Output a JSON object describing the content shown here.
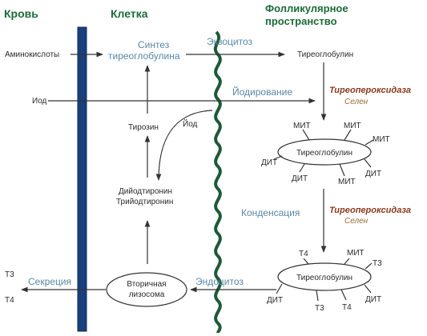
{
  "headers": {
    "blood": "Кровь",
    "cell": "Клетка",
    "follicular_line1": "Фолликулярное",
    "follicular_line2": "пространство"
  },
  "labels": {
    "amino_acids": "Аминокислоты",
    "iodide_in": "Иод",
    "synthesis_line1": "Синтез",
    "synthesis_line2": "тиреоглобулина",
    "exocytosis": "Экзоцитоз",
    "thyroglobulin_top": "Тиреоглобулин",
    "iodination": "Йодирование",
    "tyrosine": "Тирозин",
    "iodine_inner": "Йод",
    "dit_t4_line1": "Дийодтиронин",
    "dit_t4_line2": "Трийодтиронин",
    "condensation": "Конденсация",
    "secretion": "Секреция",
    "secondary_lysosome_line1": "Вторичная",
    "secondary_lysosome_line2": "лизосома",
    "endocytosis": "Эндоцитоз",
    "t3_out": "Т3",
    "t4_out": "Т4"
  },
  "enzyme_1": {
    "name": "Тиреопероксидаза",
    "cofactor": "Селен"
  },
  "enzyme_2": {
    "name": "Тиреопероксидаза",
    "cofactor": "Селен"
  },
  "ellipse_1": {
    "label": "Тиреоглобулин",
    "tags": [
      "МИТ",
      "МИТ",
      "МИТ",
      "ДИТ",
      "ДИТ",
      "МИТ",
      "ДИТ"
    ]
  },
  "ellipse_2": {
    "label": "Тиреоглобулин",
    "tags": [
      "Т4",
      "МИТ",
      "Т3",
      "ДИТ",
      "Т3",
      "Т4",
      "ДИТ"
    ]
  },
  "colors": {
    "membrane_blood": "#1a3f7a",
    "membrane_apical": "#1c5a36",
    "header_green": "#1c6b3a",
    "process_blue": "#5a86a6",
    "enzyme_brown": "#8a3a1c",
    "cofactor_tan": "#9a6a34"
  }
}
